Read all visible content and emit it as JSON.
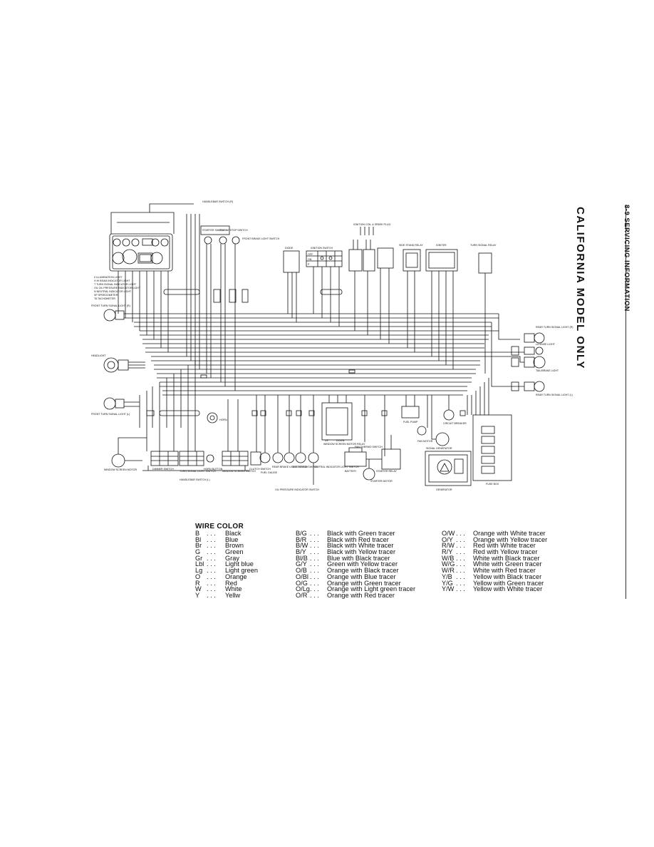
{
  "side": {
    "section": "8-9  SERVICING INFORMATION",
    "title": "CALIFORNIA MODEL ONLY"
  },
  "diagram": {
    "labels": {
      "handlebar_r": "HANDLEBAR SWITCH (R)",
      "starter_switch": "STARTER SWITCH",
      "engine_stop": "ENGINE STOP SWITCH",
      "front_brake": "FRONT BRAKE LIGHT SWITCH",
      "meter_legend_1": "Il ILLUMINATION LIGHT",
      "meter_legend_2": "H HI BEAM INDICATOR LIGHT",
      "meter_legend_3": "T TURN SIGNAL INDICATOR LIGHT",
      "meter_legend_4": "OIL OIL PRESSURE INDICATOR LIGHT",
      "meter_legend_5": "N NEUTRAL INDICATOR LIGHT",
      "meter_legend_6": "SP SPEEDOMETER",
      "meter_legend_7": "TA TACHOMETER",
      "front_turn_r": "FRONT TURN SIGNAL LIGHT (R)",
      "headlight": "HEADLIGHT",
      "front_turn_l": "FRONT TURN SIGNAL LIGHT (L)",
      "horn": "HORN",
      "window_motor": "WINDOW SCREEN MOTOR",
      "dimmer": "DIMMER SWITCH",
      "turn_switch": "TURN SIGNAL LIGHT SWITCH",
      "horn_button": "HORN BUTTON",
      "window_switch": "WINDOW SCREEN SWITCH",
      "handlebar_l": "HANDLEBAR SWITCH (L)",
      "clutch_switch": "CLUTCH SWITCH",
      "fuel_gauge": "FUEL GAUGE",
      "rear_brake": "REAR BRAKE LIGHT SWITCH",
      "side_stand": "SIDE STAND SWITCH",
      "neutral_switch": "NEUTRAL INDICATOR LIGHT SWITCH",
      "oil_pressure": "OIL PRESSURE INDICATOR SWITCH",
      "window_relay": "WINDOW SCREEN MOTOR RELAY",
      "up": "UP",
      "down": "DOWN",
      "diode": "DIODE",
      "ignition_switch": "IGNITION SWITCH",
      "ign_coils": "IGNITION COIL & SPARK PLUG",
      "side_stand_relay": "SIDE STAND RELAY",
      "igniter": "IGNITER",
      "turn_relay": "TURN SIGNAL RELAY",
      "rear_turn_r": "REAR TURN SIGNAL LIGHT (R)",
      "license": "LICENSE LIGHT",
      "tail": "TAIL/BRAKE LIGHT",
      "rear_turn_l": "REAR TURN SIGNAL LIGHT (L)",
      "fuel_pump": "FUEL PUMP",
      "circuit_breaker": "CIRCUIT BREAKER",
      "fan_motor": "FAN MOTOR",
      "signal_gen": "SIGNAL GENERATOR",
      "fuse_box": "FUSE BOX",
      "generator": "GENERATOR",
      "battery": "BATTERY",
      "starter_relay": "STARTER RELAY",
      "starter_motor": "STARTER MOTOR",
      "fan_thermo": "FAN THERMO SWITCH",
      "off": "OFF",
      "on": "ON",
      "p": "P"
    }
  },
  "legend": {
    "title": "WIRE COLOR",
    "col1": [
      {
        "code": "B",
        "desc": "Black"
      },
      {
        "code": "Bl",
        "desc": "Blue"
      },
      {
        "code": "Br",
        "desc": "Brown"
      },
      {
        "code": "G",
        "desc": "Green"
      },
      {
        "code": "Gr",
        "desc": "Gray"
      },
      {
        "code": "Lbl",
        "desc": "Light blue"
      },
      {
        "code": "Lg",
        "desc": "Light green"
      },
      {
        "code": "O",
        "desc": "Orange"
      },
      {
        "code": "R",
        "desc": "Red"
      },
      {
        "code": "W",
        "desc": "White"
      },
      {
        "code": "Y",
        "desc": "Yellw"
      }
    ],
    "col2": [
      {
        "code": "B/G",
        "desc": "Black with Green tracer"
      },
      {
        "code": "B/R",
        "desc": "Black with Red tracer"
      },
      {
        "code": "B/W",
        "desc": "Black with White tracer"
      },
      {
        "code": "B/Y",
        "desc": "Black with Yellow tracer"
      },
      {
        "code": "Bl/B",
        "desc": "Blue with Black tracer"
      },
      {
        "code": "G/Y",
        "desc": "Green with Yellow tracer"
      },
      {
        "code": "O/B",
        "desc": "Orange with Black tracer"
      },
      {
        "code": "O/Bl",
        "desc": "Orange with Blue tracer"
      },
      {
        "code": "O/G",
        "desc": "Orange with Green tracer"
      },
      {
        "code": "O/Lg",
        "desc": "Orange with Light green tracer"
      },
      {
        "code": "O/R",
        "desc": "Orange with Red tracer"
      }
    ],
    "col3": [
      {
        "code": "O/W",
        "desc": "Orange with White tracer"
      },
      {
        "code": "O/Y",
        "desc": "Orange with Yellow tracer"
      },
      {
        "code": "R/W",
        "desc": "Red with White tracer"
      },
      {
        "code": "R/Y",
        "desc": "Red with Yellow tracer"
      },
      {
        "code": "W/B",
        "desc": "White with Black tracer"
      },
      {
        "code": "W/G",
        "desc": "White with Green tracer"
      },
      {
        "code": "W/R",
        "desc": "White with Red tracer"
      },
      {
        "code": "Y/B",
        "desc": "Yellow with Black tracer"
      },
      {
        "code": "Y/G",
        "desc": "Yellow with Green tracer"
      },
      {
        "code": "Y/W",
        "desc": "Yellow with White tracer"
      }
    ]
  }
}
